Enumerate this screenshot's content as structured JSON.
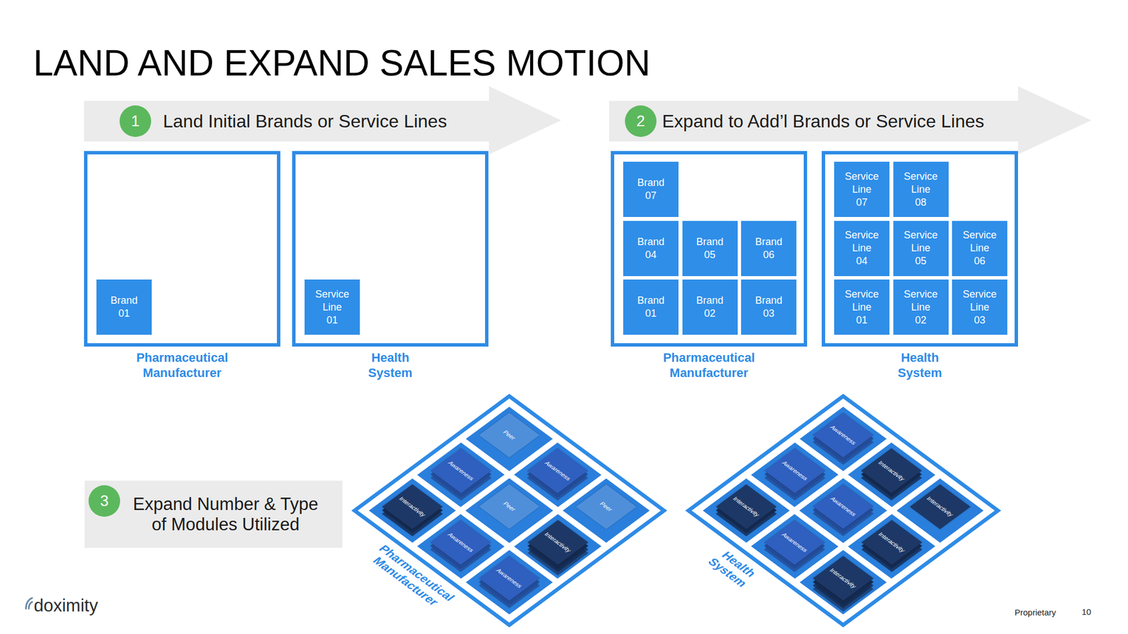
{
  "diagram": {
    "title": "LAND AND EXPAND SALES MOTION",
    "nodes": [
      {
        "text": [
          "Land Initial Brands or Service Lines"
        ]
      },
      {
        "text": [
          "1"
        ],
        "in": 0
      },
      {
        "text": [
          "Pharmaceutical Manufacturer"
        ]
      },
      {
        "text": [
          "Brand 01"
        ],
        "in": 2
      },
      {
        "text": [
          "Health System"
        ]
      },
      {
        "text": [
          "Service Line 01"
        ],
        "in": 4
      },
      {
        "text": [
          "Expand to Add’l Brands or Service Lines"
        ]
      },
      {
        "text": [
          "2"
        ],
        "in": 6
      },
      {
        "text": [
          "Pharmaceutical Manufacturer"
        ]
      },
      {
        "text": [
          "Brand 07"
        ],
        "in": 8
      },
      {
        "text": [
          "Brand 04"
        ],
        "in": 8
      },
      {
        "text": [
          "Brand 05"
        ],
        "in": 8
      },
      {
        "text": [
          "Brand 06"
        ],
        "in": 8
      },
      {
        "text": [
          "Brand 01"
        ],
        "in": 8
      },
      {
        "text": [
          "Brand 02"
        ],
        "in": 8
      },
      {
        "text": [
          "Brand 03"
        ],
        "in": 8
      },
      {
        "text": [
          "Health System"
        ]
      },
      {
        "text": [
          "Service Line 07"
        ],
        "in": 16
      },
      {
        "text": [
          "Service Line 08"
        ],
        "in": 16
      },
      {
        "text": [
          "Service Line 04"
        ],
        "in": 16
      },
      {
        "text": [
          "Service Line 05"
        ],
        "in": 16
      },
      {
        "text": [
          "Service Line 06"
        ],
        "in": 16
      },
      {
        "text": [
          "Service Line 01"
        ],
        "in": 16
      },
      {
        "text": [
          "Service Line 02"
        ],
        "in": 16
      },
      {
        "text": [
          "Service Line 03"
        ],
        "in": 16
      },
      {
        "text": [
          "Expand Number & Type of Modules Utilized"
        ]
      },
      {
        "text": [
          "3"
        ],
        "in": 25
      },
      {
        "text": [
          "Pharmaceutical Manufacturer"
        ]
      },
      {
        "text": [
          "Peer"
        ],
        "in": 27
      },
      {
        "text": [
          "Awareness"
        ],
        "in": 27
      },
      {
        "text": [
          "Peer"
        ],
        "in": 27
      },
      {
        "text": [
          "Awareness"
        ],
        "in": 27
      },
      {
        "text": [
          "Peer"
        ],
        "in": 27
      },
      {
        "text": [
          "Interactivity"
        ],
        "in": 27
      },
      {
        "text": [
          "Interactivity"
        ],
        "in": 27
      },
      {
        "text": [
          "Awareness"
        ],
        "in": 27
      },
      {
        "text": [
          "Awareness"
        ],
        "in": 27
      },
      {
        "text": [
          "Health System"
        ]
      },
      {
        "text": [
          "Awareness"
        ],
        "in": 37
      },
      {
        "text": [
          "Interactivity"
        ],
        "in": 37
      },
      {
        "text": [
          "Interactivity"
        ],
        "in": 37
      },
      {
        "text": [
          "Awareness"
        ],
        "in": 37
      },
      {
        "text": [
          "Awareness"
        ],
        "in": 37
      },
      {
        "text": [
          "Interactivity"
        ],
        "in": 37
      },
      {
        "text": [
          "Interactivity"
        ],
        "in": 37
      },
      {
        "text": [
          "Awareness"
        ],
        "in": 37
      },
      {
        "text": [
          "Interactivity"
        ],
        "in": 37
      }
    ],
    "labels": [
      "doximity",
      "Proprietary",
      "10"
    ]
  }
}
